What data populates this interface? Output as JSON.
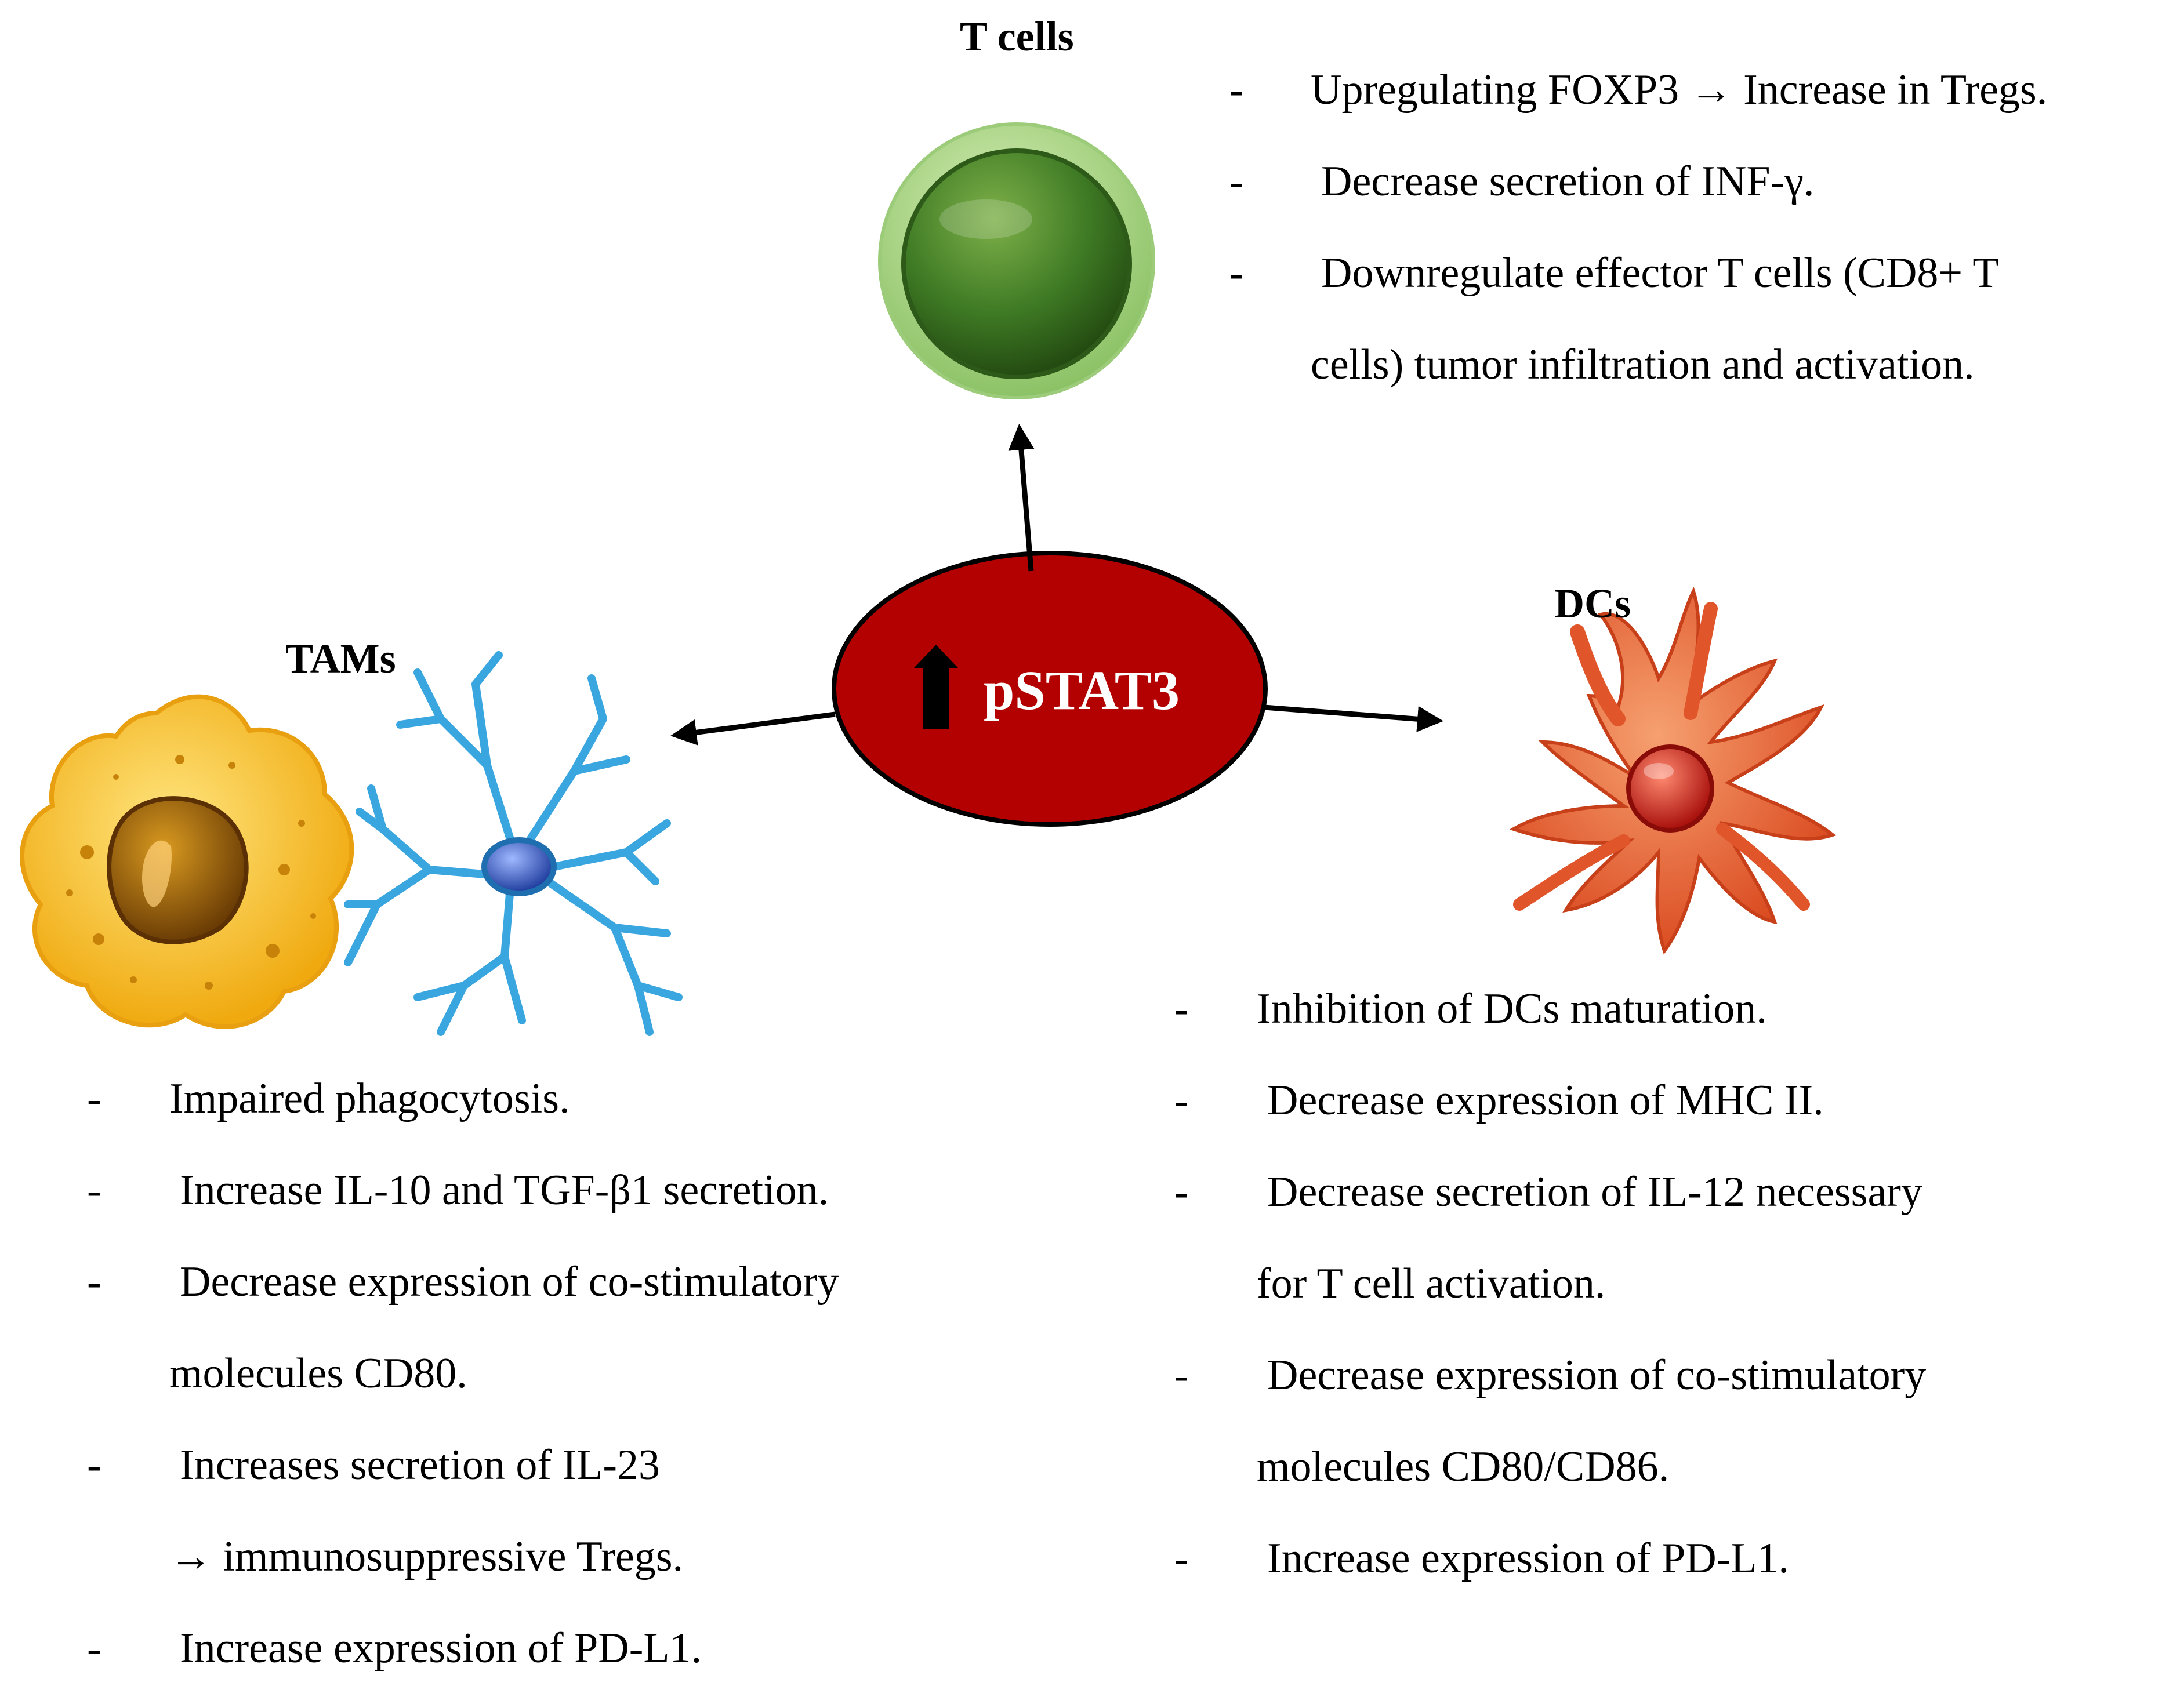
{
  "center": {
    "label": "pSTAT3",
    "arrow_icon": "up-arrow-icon",
    "fill": "#b30000"
  },
  "t_cells": {
    "title": "T cells",
    "items": [
      {
        "lines": [
          "Upregulating FOXP3 → Increase in Tregs."
        ]
      },
      {
        "lines": [
          "Decrease secretion of INF-γ."
        ]
      },
      {
        "lines": [
          "Downregulate effector T cells (CD8+ T",
          "cells) tumor infiltration and activation."
        ]
      }
    ]
  },
  "tams": {
    "title": "TAMs",
    "items": [
      {
        "lines": [
          "Impaired phagocytosis."
        ]
      },
      {
        "lines": [
          "Increase IL-10 and TGF-β1  secretion."
        ]
      },
      {
        "lines": [
          "Decrease expression of co-stimulatory",
          "molecules CD80."
        ]
      },
      {
        "lines": [
          "Increases secretion of IL-23",
          "→ immunosuppressive Tregs."
        ]
      },
      {
        "lines": [
          "Increase expression of PD-L1."
        ]
      }
    ]
  },
  "dcs": {
    "title": "DCs",
    "items": [
      {
        "lines": [
          "Inhibition of DCs maturation."
        ]
      },
      {
        "lines": [
          "Decrease expression of MHC II."
        ]
      },
      {
        "lines": [
          "Decrease secretion of IL-12 necessary",
          "for T cell activation."
        ]
      },
      {
        "lines": [
          "Decrease expression of co-stimulatory",
          "molecules CD80/CD86."
        ]
      },
      {
        "lines": [
          "Increase expression of PD-L1."
        ]
      }
    ]
  },
  "bullet_char": "-",
  "colors": {
    "t_cell": "#4f8a2c",
    "macrophage": "#f2b51c",
    "neuron_like_cell": "#3aa6e0",
    "dendritic_cell": "#e2522a"
  }
}
